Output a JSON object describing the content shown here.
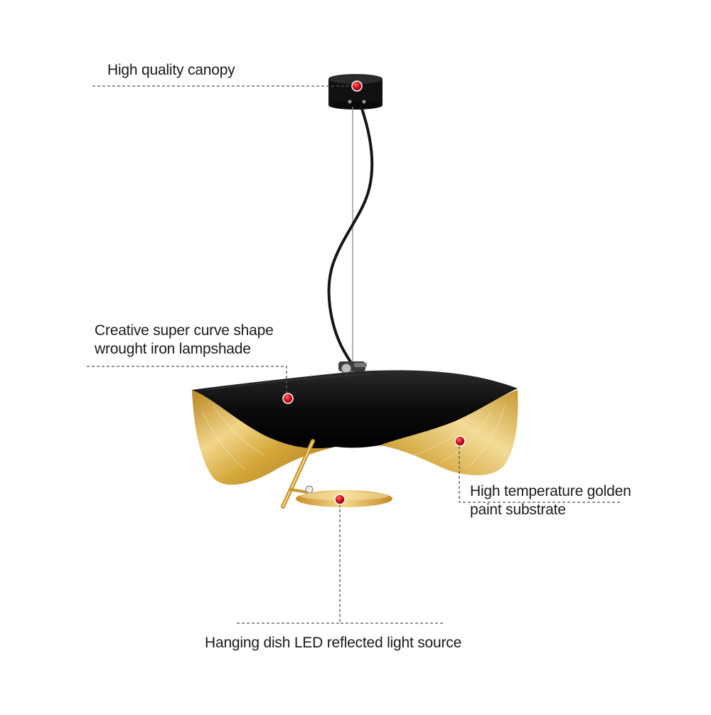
{
  "callouts": {
    "canopy": {
      "lines": [
        "High quality canopy"
      ]
    },
    "lampshade": {
      "lines": [
        "Creative super curve shape",
        "wrought iron lampshade"
      ]
    },
    "golden_substrate": {
      "lines": [
        "High temperature golden",
        "paint substrate"
      ]
    },
    "dish": {
      "lines": [
        "Hanging dish LED reflected light source"
      ]
    }
  },
  "colors": {
    "background": "#ffffff",
    "text": "#1a1a1a",
    "leader_line": "#555555",
    "marker": "#d0101c",
    "shade_black": "#0d0d0d",
    "gold": "#d4a73a",
    "gold_light": "#f1d58a"
  },
  "icons": {
    "marker": "red-dot-marker"
  }
}
